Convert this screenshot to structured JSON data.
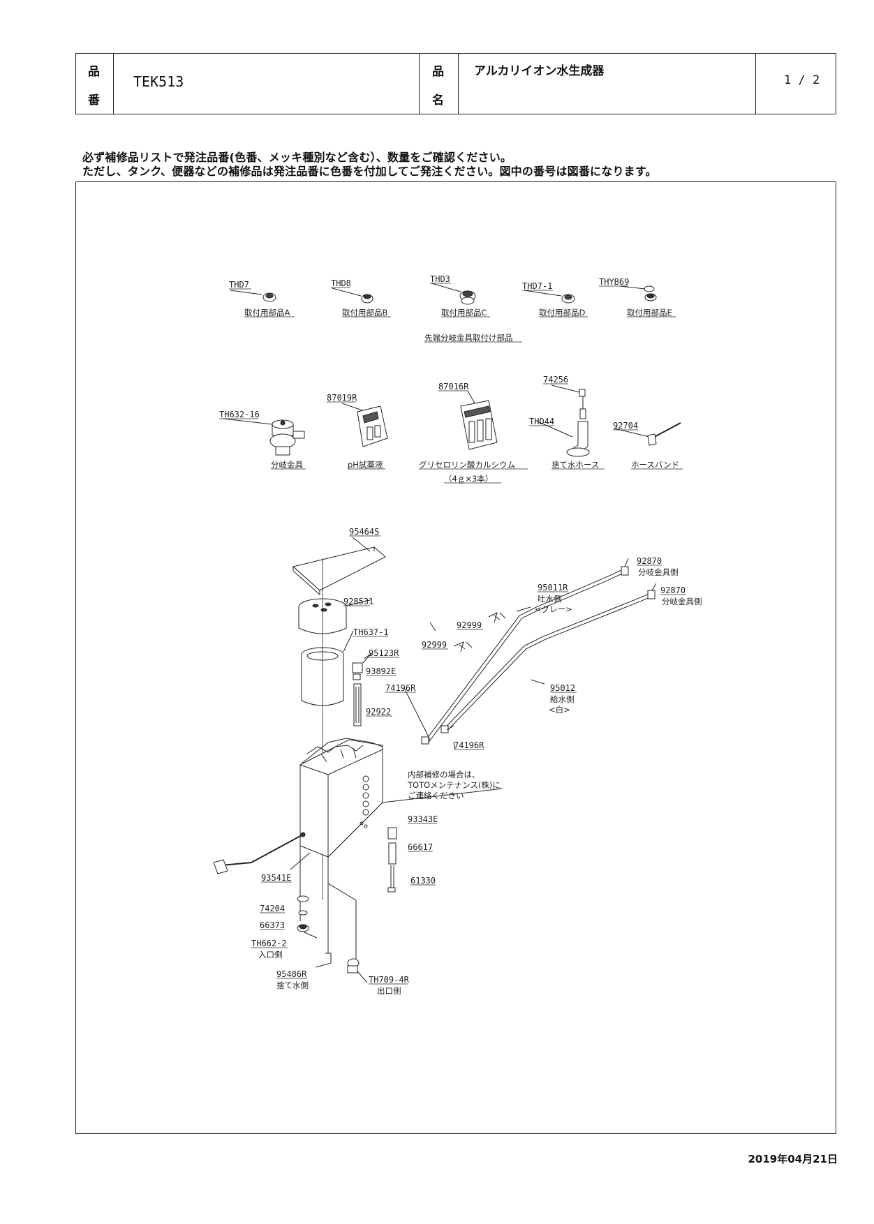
{
  "header": {
    "hinban_label_1": "品",
    "hinban_label_2": "番",
    "hinban_value": "TEK513",
    "hinmei_label_1": "品",
    "hinmei_label_2": "名",
    "hinmei_value": "アルカリイオン水生成器",
    "page": "1 / 2"
  },
  "notes": {
    "line1": "必ず補修品リストで発注品番(色番、メッキ種別など含む）、数量をご確認ください。",
    "line2": "ただし、タンク、便器などの補修品は発注品番に色番を付加してご発注ください。図中の番号は図番になります。"
  },
  "top_parts": {
    "a_code": "THD7",
    "a_name": "取付用部品A",
    "b_code": "THD8",
    "b_name": "取付用部品B",
    "c_code": "THD3",
    "c_name": "取付用部品C",
    "d_code": "THD7-1",
    "d_name": "取付用部品D",
    "e_code": "THYB69",
    "e_name": "取付用部品E",
    "group_caption": "先端分岐金具取付け部品"
  },
  "accessories": {
    "th632_code": "TH632-16",
    "th632_name": "分岐金具",
    "r87019_code": "87019R",
    "r87019_name": "pH試薬液",
    "r87016_code": "87016R",
    "r87016_name": "グリセロリン酸カルシウム",
    "r87016_qty": "（4ｇ×3本）",
    "c74256": "74256",
    "thd44_code": "THD44",
    "thd44_name": "捨て水ホース",
    "c92704_code": "92704",
    "c92704_name": "ホースバンド"
  },
  "main": {
    "c95464s": "95464S",
    "c928531": "928531",
    "th637": "TH637-1",
    "c95123r": "95123R",
    "c93892e": "93892E",
    "c92922": "92922",
    "c92999a": "92999",
    "c92999b": "92999",
    "c74196r_a": "74196R",
    "c74196r_b": "74196R",
    "c95011r": "95011R",
    "c95011r_side": "吐水側",
    "c95011r_color": "<グレー>",
    "c95012": "95012",
    "c95012_side": "給水側",
    "c95012_color": "<白>",
    "c92870a": "92870",
    "c92870a_side": "分岐金具側",
    "c92870b": "92870",
    "c92870b_side": "分岐金具側",
    "internal_note_1": "内部補修の場合は、",
    "internal_note_2": "TOTOメンテナンス(株)に",
    "internal_note_3": "ご連絡ください",
    "c93343e": "93343E",
    "c66617": "66617",
    "c61330": "61330",
    "c93541e": "93541E",
    "c74204": "74204",
    "c66373": "66373",
    "th662": "TH662-2",
    "th662_side": "入口側",
    "c95486r": "95486R",
    "c95486r_side": "捨て水側",
    "th709": "TH709-4R",
    "th709_side": "出口側"
  },
  "footer": {
    "date": "2019年04月21日"
  }
}
